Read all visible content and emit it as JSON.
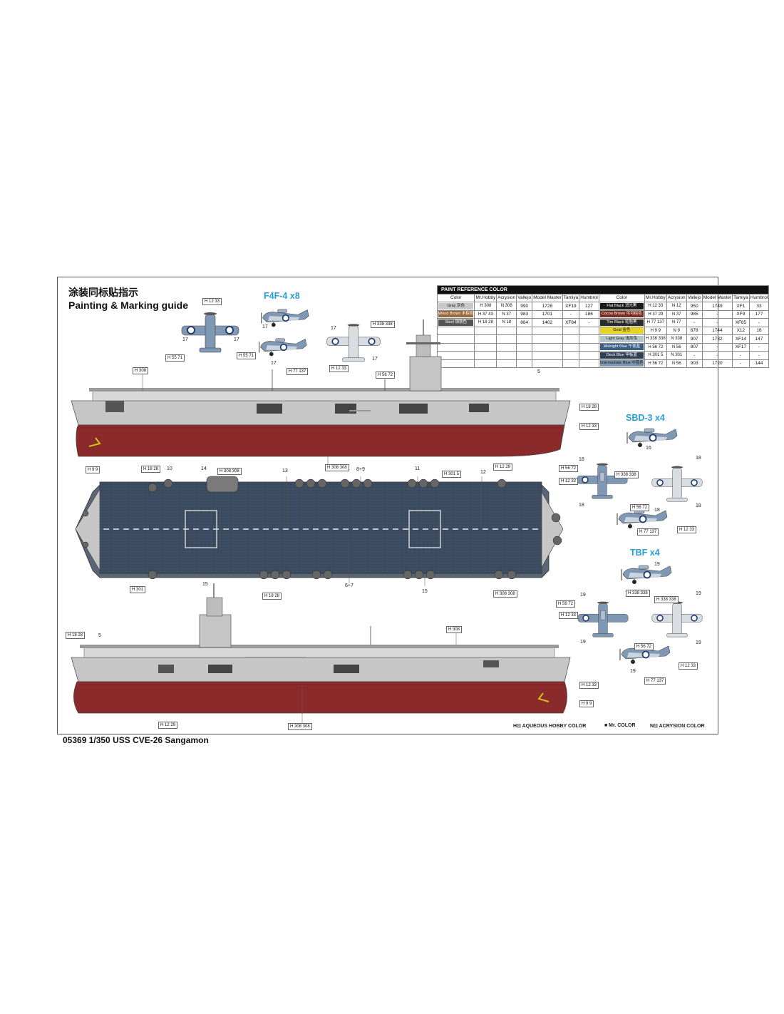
{
  "title_cn": "涂装同标贴指示",
  "title_en": "Painting & Marking guide",
  "footer": "05369 1/350 USS CVE-26 Sangamon",
  "sections": {
    "f4f": "F4F-4 x8",
    "sbd": "SBD-3 x4",
    "tbf": "TBF x4"
  },
  "legend": {
    "h": "H⊡ AQUEOUS HOBBY COLOR",
    "m": "■ Mr. COLOR",
    "n": "N⊡ ACRYSION COLOR"
  },
  "paint_table": {
    "title": "PAINT REFERENCE COLOR",
    "headers": [
      "Color",
      "Mr.Hobby",
      "Acrysion",
      "Vallejo",
      "Model Master",
      "Tamiya",
      "Humbrol"
    ],
    "left": [
      {
        "name": "Gray",
        "cn": "灰色",
        "hex": "#c9c9c9",
        "dark": false,
        "hobby": "H 308",
        "acry": "N 308",
        "vallejo": "990",
        "mm": "1728",
        "tamiya": "XF19",
        "humbrol": "127"
      },
      {
        "name": "Wood Brown",
        "cn": "木棕色",
        "hex": "#9a6a3e",
        "dark": true,
        "hobby": "H 37 43",
        "acry": "N 37",
        "vallejo": "983",
        "mm": "1701",
        "tamiya": "-",
        "humbrol": "186"
      },
      {
        "name": "Steel",
        "cn": "钢铁色",
        "hex": "#555555",
        "dark": true,
        "hobby": "H 18 28",
        "acry": "N 18",
        "vallejo": "864",
        "mm": "1402",
        "tamiya": "XF84",
        "humbrol": "-"
      }
    ],
    "right": [
      {
        "name": "Flat Black",
        "cn": "消光黑",
        "hex": "#1a1a1a",
        "dark": true,
        "hobby": "H 12 33",
        "acry": "N 12",
        "vallejo": "950",
        "mm": "1749",
        "tamiya": "XF1",
        "humbrol": "33"
      },
      {
        "name": "Cocoa Brown",
        "cn": "可可棕色",
        "hex": "#7a2e22",
        "dark": true,
        "hobby": "H 37 29",
        "acry": "N 37",
        "vallejo": "985",
        "mm": "-",
        "tamiya": "XF9",
        "humbrol": "177"
      },
      {
        "name": "Tire Black",
        "cn": "轮胎黑",
        "hex": "#2b2b2b",
        "dark": true,
        "hobby": "H 77 137",
        "acry": "N 77",
        "vallejo": "-",
        "mm": "-",
        "tamiya": "XF85",
        "humbrol": "-"
      },
      {
        "name": "Gold",
        "cn": "金色",
        "hex": "#e5d426",
        "dark": false,
        "hobby": "H 9 9",
        "acry": "N 9",
        "vallejo": "878",
        "mm": "1744",
        "tamiya": "X12",
        "humbrol": "16"
      },
      {
        "name": "Light Gray",
        "cn": "浅灰色",
        "hex": "#b9c3cb",
        "dark": false,
        "hobby": "H 338 338",
        "acry": "N 338",
        "vallejo": "907",
        "mm": "1732",
        "tamiya": "XF14",
        "humbrol": "147"
      },
      {
        "name": "Midnight Blue",
        "cn": "午夜蓝",
        "hex": "#3d5f86",
        "dark": true,
        "hobby": "H 56 72",
        "acry": "N 56",
        "vallejo": "807",
        "mm": "-",
        "tamiya": "XF17",
        "humbrol": "-"
      },
      {
        "name": "Deck Blue",
        "cn": "甲板蓝",
        "hex": "#2f4155",
        "dark": true,
        "hobby": "H 301 5",
        "acry": "N 301",
        "vallejo": "-",
        "mm": "-",
        "tamiya": "-",
        "humbrol": "-"
      },
      {
        "name": "Intermediate Blue",
        "cn": "中蓝色",
        "hex": "#7e97b3",
        "dark": false,
        "hobby": "H 56 72",
        "acry": "N 56",
        "vallejo": "903",
        "mm": "1720",
        "tamiya": "-",
        "humbrol": "144"
      }
    ]
  },
  "callouts": [
    {
      "id": "c1",
      "text": "H 12 33"
    },
    {
      "id": "c2",
      "text": "H 55 71"
    },
    {
      "id": "c3",
      "text": "H 55 71"
    },
    {
      "id": "c4",
      "text": "H 77 137"
    },
    {
      "id": "c5",
      "text": "H 12 33"
    },
    {
      "id": "c6",
      "text": "H 338 338"
    },
    {
      "id": "c7",
      "text": "H 308"
    },
    {
      "id": "c8",
      "text": "H 56 72"
    },
    {
      "id": "c9",
      "text": "H 18 28"
    },
    {
      "id": "c10",
      "text": "H 12 33"
    },
    {
      "id": "c11",
      "text": "H 9 9"
    },
    {
      "id": "c12",
      "text": "H 308 308"
    },
    {
      "id": "c13",
      "text": "H 12 29"
    },
    {
      "id": "c14",
      "text": "H 18 28"
    },
    {
      "id": "c15",
      "text": "H 308 308"
    },
    {
      "id": "c16",
      "text": "H 301 5"
    },
    {
      "id": "c17",
      "text": "H 301"
    },
    {
      "id": "c18",
      "text": "H 18 28"
    },
    {
      "id": "c19",
      "text": "H 308 308"
    },
    {
      "id": "c20",
      "text": "H 18 28"
    },
    {
      "id": "c21",
      "text": "H 308"
    },
    {
      "id": "c22",
      "text": "H 12 33"
    },
    {
      "id": "c23",
      "text": "H 9 9"
    },
    {
      "id": "c24",
      "text": "H 12 29"
    },
    {
      "id": "c25",
      "text": "H 308 308"
    },
    {
      "id": "c26",
      "text": "H 56 72"
    },
    {
      "id": "c27",
      "text": "H 12 33"
    },
    {
      "id": "c28",
      "text": "H 338 338"
    },
    {
      "id": "c29",
      "text": "H 56 72"
    },
    {
      "id": "c30",
      "text": "H 77 137"
    },
    {
      "id": "c31",
      "text": "H 12 33"
    },
    {
      "id": "c32",
      "text": "H 338 338"
    },
    {
      "id": "c33",
      "text": "H 338 338"
    },
    {
      "id": "c34",
      "text": "H 56 72"
    },
    {
      "id": "c35",
      "text": "H 12 33"
    },
    {
      "id": "c36",
      "text": "H 56 72"
    },
    {
      "id": "c37",
      "text": "H 12 33"
    },
    {
      "id": "c38",
      "text": "H 77 137"
    }
  ],
  "numbers": [
    {
      "id": "n1",
      "text": "17"
    },
    {
      "id": "n2",
      "text": "17"
    },
    {
      "id": "n3",
      "text": "17"
    },
    {
      "id": "n4",
      "text": "17"
    },
    {
      "id": "n5",
      "text": "17"
    },
    {
      "id": "n6",
      "text": "17"
    },
    {
      "id": "n7",
      "text": "5"
    },
    {
      "id": "n8",
      "text": "10"
    },
    {
      "id": "n9",
      "text": "14"
    },
    {
      "id": "n10",
      "text": "13"
    },
    {
      "id": "n11",
      "text": "8+9"
    },
    {
      "id": "n12",
      "text": "11"
    },
    {
      "id": "n13",
      "text": "12"
    },
    {
      "id": "n14",
      "text": "15"
    },
    {
      "id": "n15",
      "text": "6+7"
    },
    {
      "id": "n16",
      "text": "15"
    },
    {
      "id": "n17",
      "text": "5"
    },
    {
      "id": "n18",
      "text": "18"
    },
    {
      "id": "n19",
      "text": "18"
    },
    {
      "id": "n20",
      "text": "16"
    },
    {
      "id": "n21",
      "text": "18"
    },
    {
      "id": "n22",
      "text": "18"
    },
    {
      "id": "n23",
      "text": "18"
    },
    {
      "id": "n24",
      "text": "19"
    },
    {
      "id": "n25",
      "text": "19"
    },
    {
      "id": "n26",
      "text": "19"
    },
    {
      "id": "n27",
      "text": "19"
    },
    {
      "id": "n28",
      "text": "19"
    },
    {
      "id": "n29",
      "text": "19"
    }
  ],
  "colors": {
    "hull_red": "#8b2a2a",
    "hull_gray": "#c6c6c6",
    "deck_blue": "#3d4d61",
    "accent": "#2a9fd6"
  }
}
